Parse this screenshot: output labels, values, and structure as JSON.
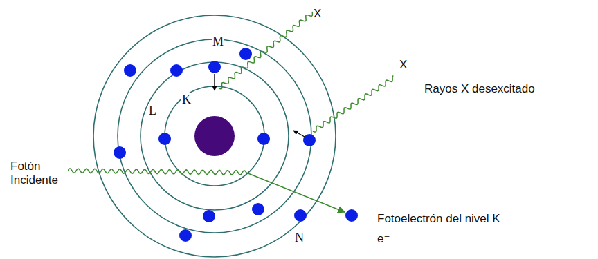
{
  "diagram": {
    "labels": [
      "X",
      "M",
      "X",
      "K",
      "Rayos X desexcitado",
      "L",
      "Fotón Incidente",
      "Fotoelectrón del nivel K",
      "N",
      "e⁻"
    ]
  }
}
